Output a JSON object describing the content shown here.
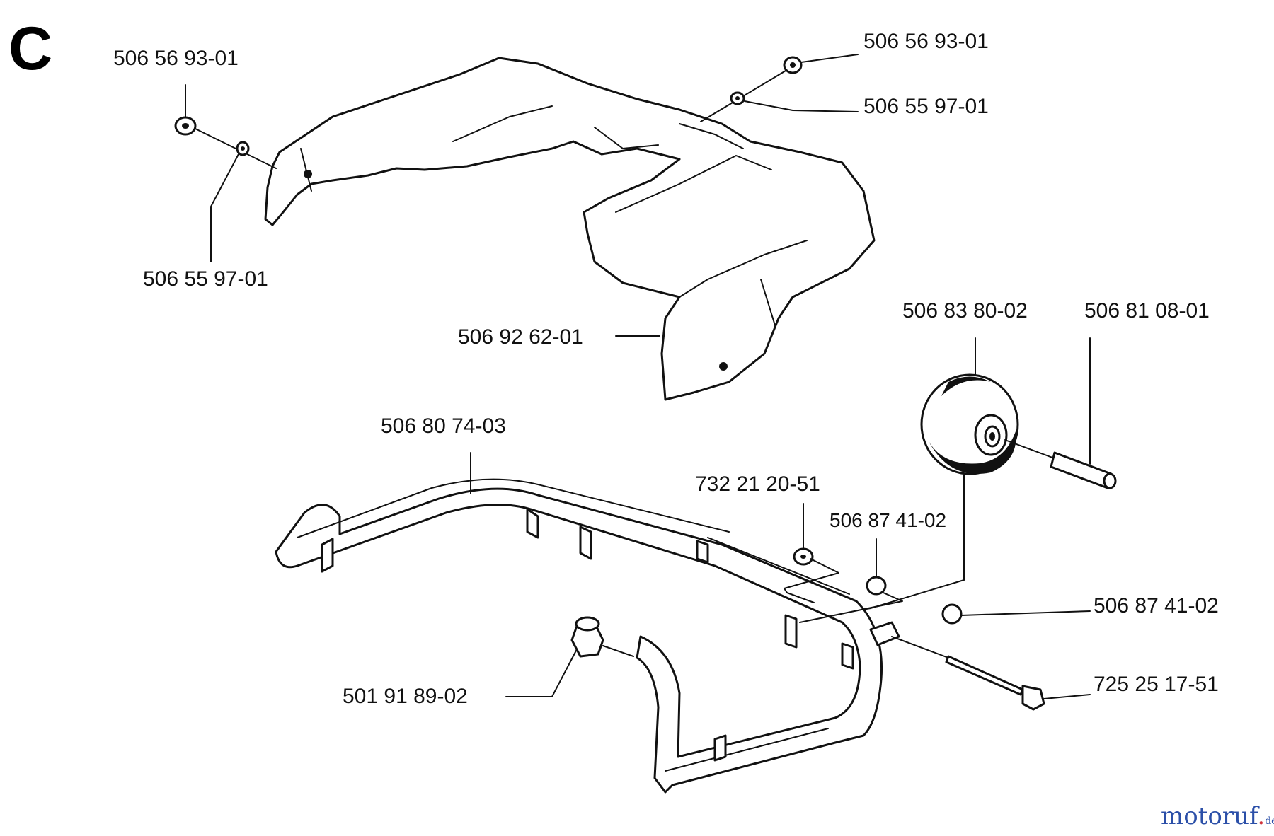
{
  "section_letter": "C",
  "watermark": {
    "text": "motoruf",
    "dot": ".",
    "tld": "de"
  },
  "labels": {
    "nut_left": "506 56 93-01",
    "washer_left": "506 55 97-01",
    "nut_right": "506 56 93-01",
    "washer_right": "506 55 97-01",
    "cover": "506 92 62-01",
    "wheel": "506 83 80-02",
    "axle": "506 81 08-01",
    "frame": "506 80 74-03",
    "nut_small": "732 21 20-51",
    "spacer_upper": "506 87 41-02",
    "spacer_right": "506 87 41-02",
    "bolt": "725 25 17-51",
    "bumper": "501 91 89-02"
  }
}
